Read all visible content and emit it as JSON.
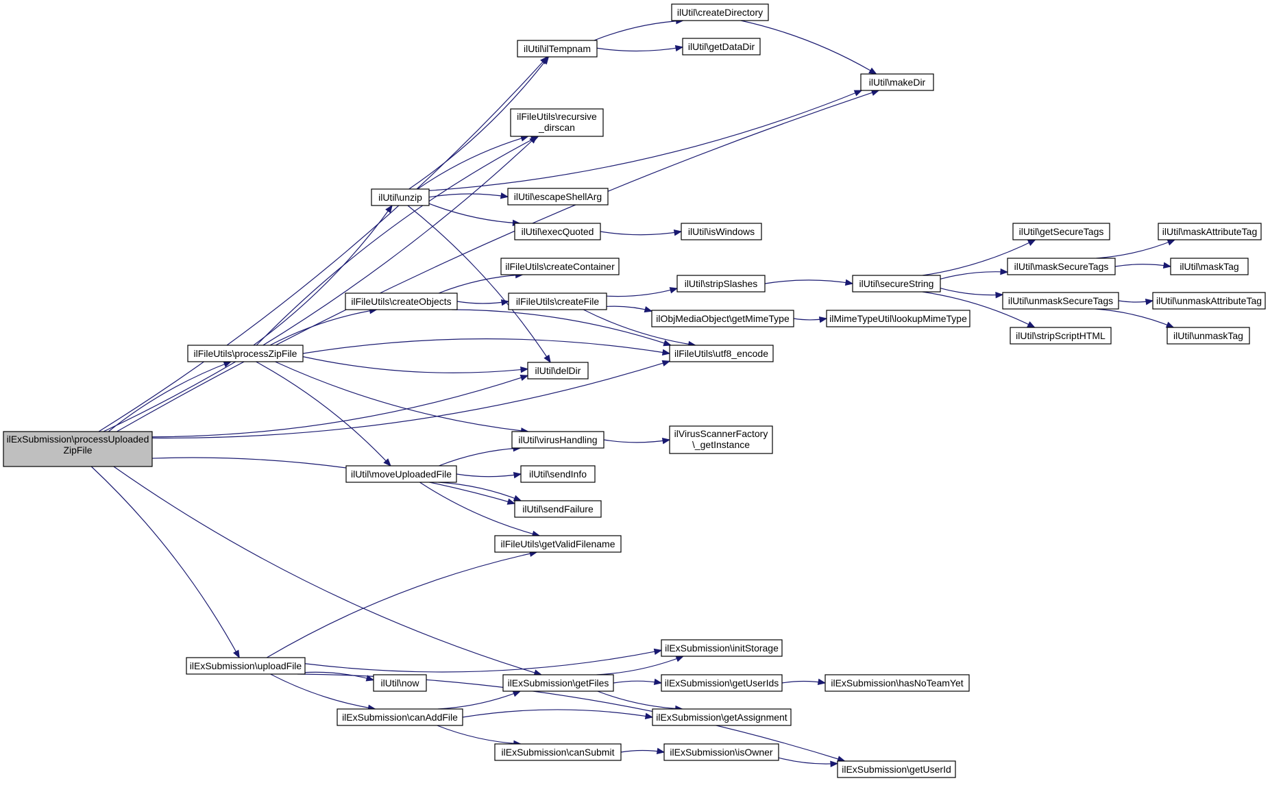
{
  "graph": {
    "root": "n0",
    "colors": {
      "edge": "#191970",
      "node_border": "#000000",
      "node_fill": "#ffffff",
      "root_fill": "#bfbfbf"
    },
    "nodes": [
      {
        "id": "n0",
        "label": "ilExSubmission\\processUploaded",
        "label2": "ZipFile"
      },
      {
        "id": "n1",
        "label": "ilUtil\\ilTempnam"
      },
      {
        "id": "n2",
        "label": "ilUtil\\createDirectory"
      },
      {
        "id": "n3",
        "label": "ilUtil\\getDataDir"
      },
      {
        "id": "n4",
        "label": "ilUtil\\makeDir"
      },
      {
        "id": "n5",
        "label": "ilFileUtils\\recursive",
        "label2": "_dirscan"
      },
      {
        "id": "n6",
        "label": "ilUtil\\unzip"
      },
      {
        "id": "n7",
        "label": "ilUtil\\escapeShellArg"
      },
      {
        "id": "n8",
        "label": "ilUtil\\execQuoted"
      },
      {
        "id": "n9",
        "label": "ilUtil\\isWindows"
      },
      {
        "id": "n10",
        "label": "ilFileUtils\\createContainer"
      },
      {
        "id": "n11",
        "label": "ilFileUtils\\createObjects"
      },
      {
        "id": "n12",
        "label": "ilFileUtils\\createFile"
      },
      {
        "id": "n13",
        "label": "ilUtil\\stripSlashes"
      },
      {
        "id": "n14",
        "label": "ilUtil\\secureString"
      },
      {
        "id": "n15",
        "label": "ilUtil\\getSecureTags"
      },
      {
        "id": "n16",
        "label": "ilUtil\\maskSecureTags"
      },
      {
        "id": "n17",
        "label": "ilUtil\\maskAttributeTag"
      },
      {
        "id": "n18",
        "label": "ilUtil\\maskTag"
      },
      {
        "id": "n19",
        "label": "ilUtil\\unmaskSecureTags"
      },
      {
        "id": "n20",
        "label": "ilUtil\\unmaskAttributeTag"
      },
      {
        "id": "n21",
        "label": "ilUtil\\unmaskTag"
      },
      {
        "id": "n22",
        "label": "ilUtil\\stripScriptHTML"
      },
      {
        "id": "n23",
        "label": "ilObjMediaObject\\getMimeType"
      },
      {
        "id": "n24",
        "label": "ilMimeTypeUtil\\lookupMimeType"
      },
      {
        "id": "n25",
        "label": "ilFileUtils\\processZipFile"
      },
      {
        "id": "n26",
        "label": "ilFileUtils\\utf8_encode"
      },
      {
        "id": "n27",
        "label": "ilUtil\\delDir"
      },
      {
        "id": "n28",
        "label": "ilUtil\\virusHandling"
      },
      {
        "id": "n29",
        "label": "ilVirusScannerFactory",
        "label2": "\\_getInstance"
      },
      {
        "id": "n30",
        "label": "ilUtil\\moveUploadedFile"
      },
      {
        "id": "n31",
        "label": "ilUtil\\sendInfo"
      },
      {
        "id": "n32",
        "label": "ilUtil\\sendFailure"
      },
      {
        "id": "n33",
        "label": "ilFileUtils\\getValidFilename"
      },
      {
        "id": "n34",
        "label": "ilExSubmission\\uploadFile"
      },
      {
        "id": "n35",
        "label": "ilExSubmission\\initStorage"
      },
      {
        "id": "n36",
        "label": "ilUtil\\now"
      },
      {
        "id": "n37",
        "label": "ilExSubmission\\getFiles"
      },
      {
        "id": "n38",
        "label": "ilExSubmission\\getUserIds"
      },
      {
        "id": "n39",
        "label": "ilExSubmission\\hasNoTeamYet"
      },
      {
        "id": "n40",
        "label": "ilExSubmission\\canAddFile"
      },
      {
        "id": "n41",
        "label": "ilExSubmission\\getAssignment"
      },
      {
        "id": "n42",
        "label": "ilExSubmission\\canSubmit"
      },
      {
        "id": "n43",
        "label": "ilExSubmission\\isOwner"
      },
      {
        "id": "n44",
        "label": "ilExSubmission\\getUserId"
      }
    ],
    "edges": [
      {
        "from": "n0",
        "to": "n1"
      },
      {
        "from": "n0",
        "to": "n4"
      },
      {
        "from": "n0",
        "to": "n5"
      },
      {
        "from": "n0",
        "to": "n25"
      },
      {
        "from": "n0",
        "to": "n27"
      },
      {
        "from": "n0",
        "to": "n32"
      },
      {
        "from": "n0",
        "to": "n26"
      },
      {
        "from": "n0",
        "to": "n34"
      },
      {
        "from": "n0",
        "to": "n37"
      },
      {
        "from": "n1",
        "to": "n2"
      },
      {
        "from": "n1",
        "to": "n3"
      },
      {
        "from": "n2",
        "to": "n4"
      },
      {
        "from": "n6",
        "to": "n1"
      },
      {
        "from": "n6",
        "to": "n5"
      },
      {
        "from": "n6",
        "to": "n4"
      },
      {
        "from": "n6",
        "to": "n7"
      },
      {
        "from": "n6",
        "to": "n8"
      },
      {
        "from": "n6",
        "to": "n27"
      },
      {
        "from": "n8",
        "to": "n9"
      },
      {
        "from": "n11",
        "to": "n10"
      },
      {
        "from": "n11",
        "to": "n12"
      },
      {
        "from": "n11",
        "to": "n26"
      },
      {
        "from": "n12",
        "to": "n13"
      },
      {
        "from": "n12",
        "to": "n23"
      },
      {
        "from": "n12",
        "to": "n26"
      },
      {
        "from": "n13",
        "to": "n14"
      },
      {
        "from": "n14",
        "to": "n15"
      },
      {
        "from": "n14",
        "to": "n16"
      },
      {
        "from": "n14",
        "to": "n19"
      },
      {
        "from": "n14",
        "to": "n22"
      },
      {
        "from": "n16",
        "to": "n17"
      },
      {
        "from": "n16",
        "to": "n18"
      },
      {
        "from": "n19",
        "to": "n20"
      },
      {
        "from": "n19",
        "to": "n21"
      },
      {
        "from": "n23",
        "to": "n24"
      },
      {
        "from": "n25",
        "to": "n5"
      },
      {
        "from": "n25",
        "to": "n6"
      },
      {
        "from": "n25",
        "to": "n11"
      },
      {
        "from": "n25",
        "to": "n27"
      },
      {
        "from": "n25",
        "to": "n26"
      },
      {
        "from": "n25",
        "to": "n28"
      },
      {
        "from": "n25",
        "to": "n30"
      },
      {
        "from": "n28",
        "to": "n29"
      },
      {
        "from": "n30",
        "to": "n28"
      },
      {
        "from": "n30",
        "to": "n31"
      },
      {
        "from": "n30",
        "to": "n32"
      },
      {
        "from": "n30",
        "to": "n33"
      },
      {
        "from": "n34",
        "to": "n33"
      },
      {
        "from": "n34",
        "to": "n35"
      },
      {
        "from": "n34",
        "to": "n36"
      },
      {
        "from": "n34",
        "to": "n40"
      },
      {
        "from": "n34",
        "to": "n44"
      },
      {
        "from": "n37",
        "to": "n35"
      },
      {
        "from": "n37",
        "to": "n38"
      },
      {
        "from": "n37",
        "to": "n41"
      },
      {
        "from": "n38",
        "to": "n39"
      },
      {
        "from": "n40",
        "to": "n37"
      },
      {
        "from": "n40",
        "to": "n41"
      },
      {
        "from": "n40",
        "to": "n42"
      },
      {
        "from": "n42",
        "to": "n43"
      },
      {
        "from": "n43",
        "to": "n44"
      }
    ]
  }
}
